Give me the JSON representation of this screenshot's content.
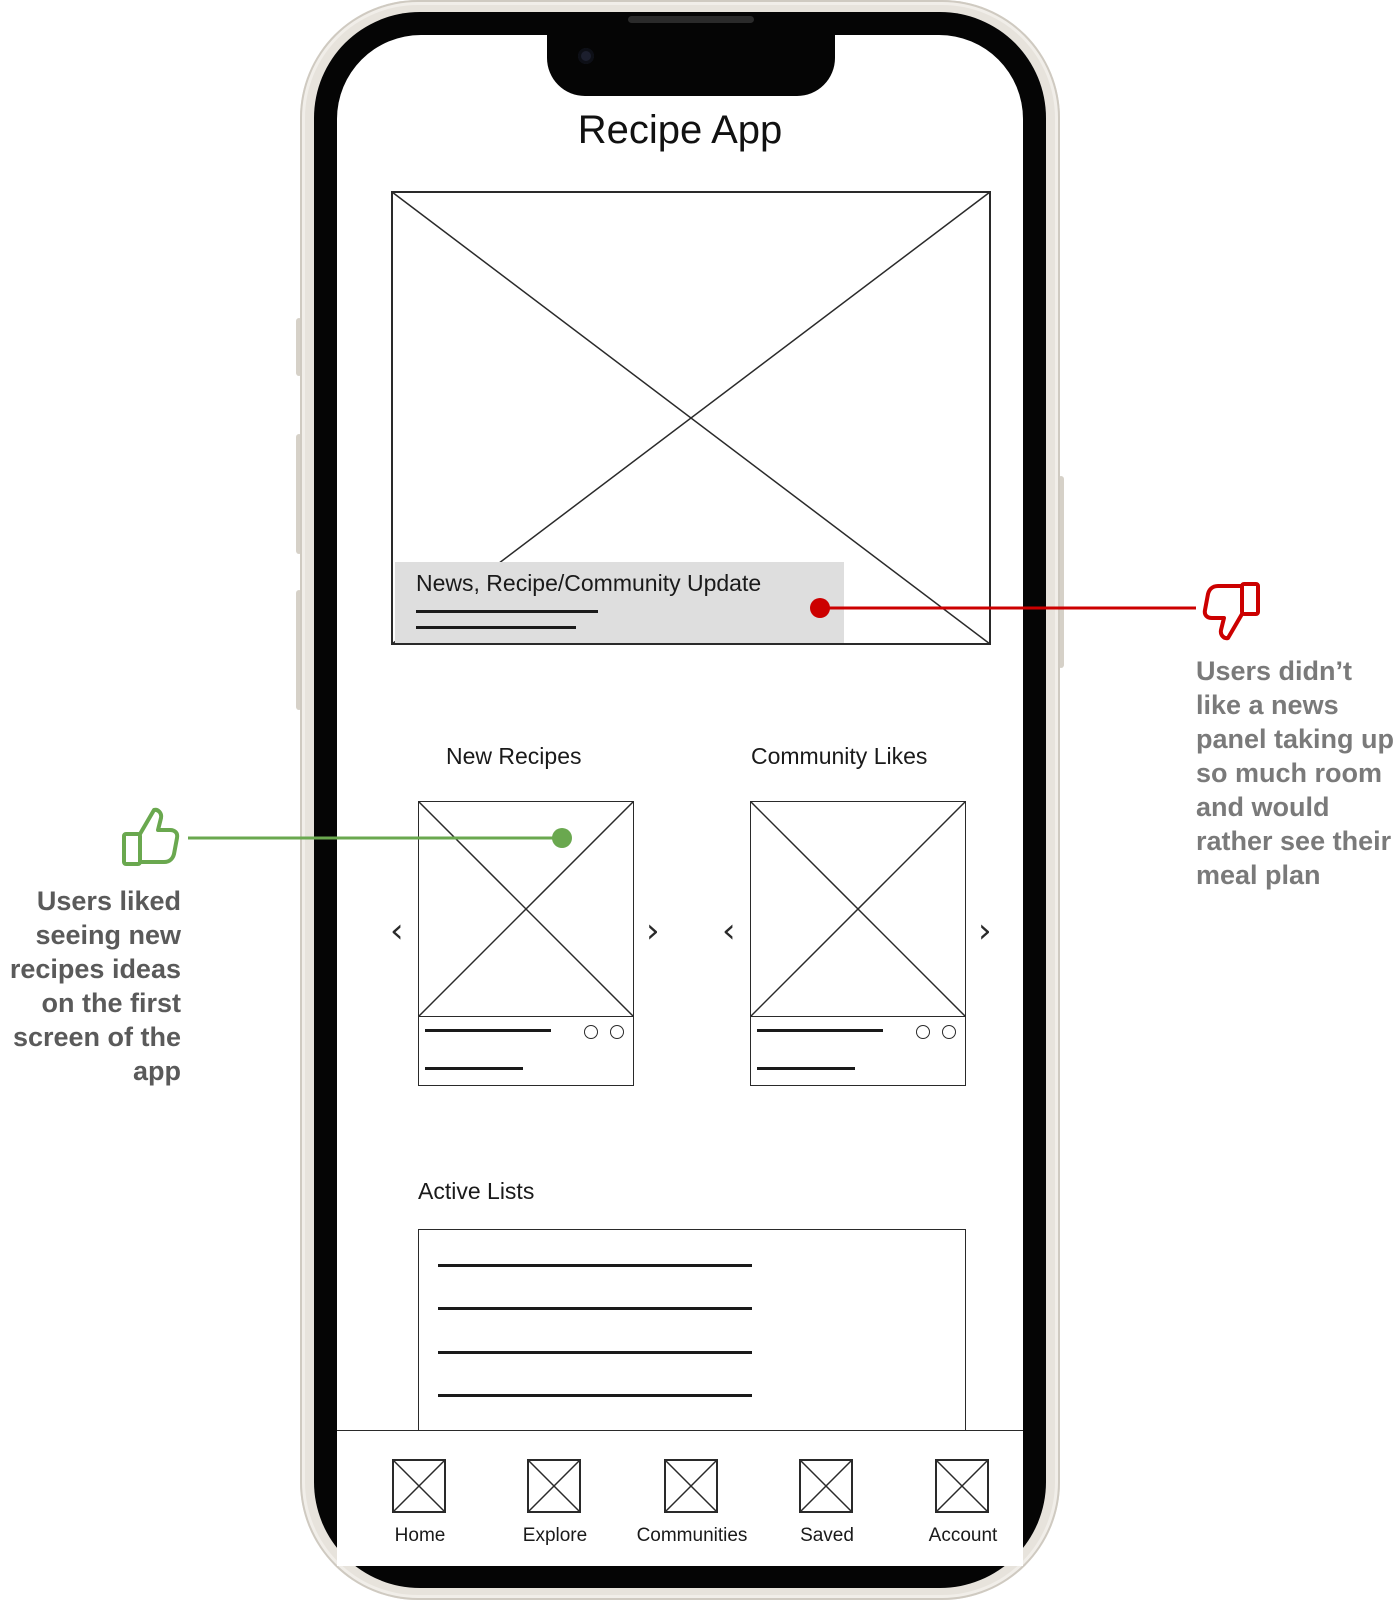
{
  "app": {
    "title": "Recipe App"
  },
  "hero": {
    "caption": "News, Recipe/Community Update"
  },
  "sections": {
    "new_recipes": "New Recipes",
    "community_likes": "Community Likes",
    "active_lists": "Active Lists"
  },
  "carousel": {
    "prev_glyph": "‹",
    "next_glyph": "›"
  },
  "nav": {
    "items": [
      {
        "label": "Home",
        "icon": "placeholder-image-icon"
      },
      {
        "label": "Explore",
        "icon": "placeholder-image-icon"
      },
      {
        "label": "Communities",
        "icon": "placeholder-image-icon"
      },
      {
        "label": "Saved",
        "icon": "placeholder-image-icon"
      },
      {
        "label": "Account",
        "icon": "placeholder-image-icon"
      }
    ]
  },
  "annotations": {
    "positive": {
      "icon": "thumbs-up-icon",
      "color": "#6aa84f",
      "text": "Users liked seeing new recipes ideas on the first screen of the app"
    },
    "negative": {
      "icon": "thumbs-down-icon",
      "color": "#cc0000",
      "text": "Users didn’t like a news panel taking up so much room and would rather see their meal plan"
    }
  }
}
